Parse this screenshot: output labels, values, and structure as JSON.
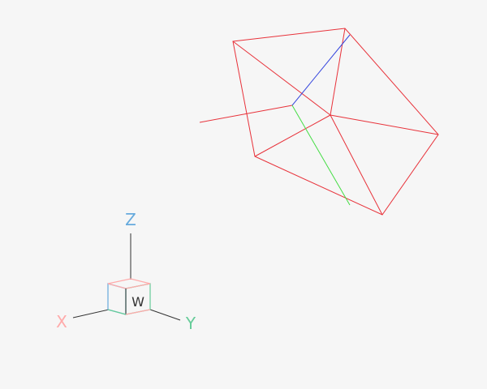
{
  "colors": {
    "background": "#f6f6f6",
    "model_edges": "#e8323a",
    "x_axis": "#ffaaaa",
    "y_axis": "#66cc99",
    "z_axis": "#66aadd",
    "ucs_blue": "#3344dd",
    "ucs_green": "#44dd44",
    "cube_outline_dark": "#333333"
  },
  "viewcube": {
    "axis_labels": {
      "x": "X",
      "y": "Y",
      "z": "Z"
    },
    "face_label": "W"
  }
}
